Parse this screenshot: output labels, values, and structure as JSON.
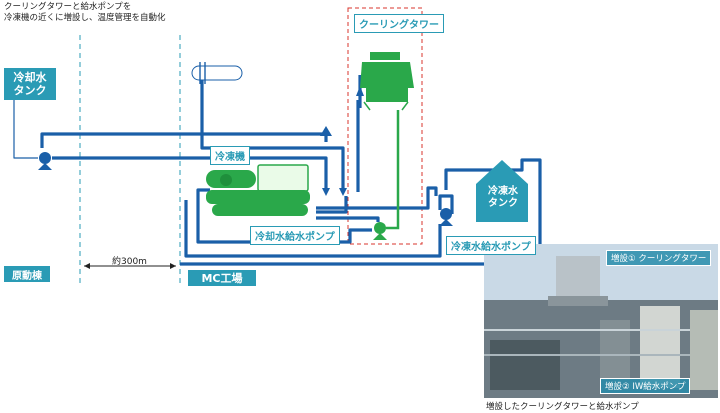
{
  "header": {
    "line1": "クーリングタワーと給水ポンプを",
    "line2": "冷凍機の近くに増設し、温度管理を自動化"
  },
  "labels": {
    "cooling_water_tank_1": "冷却水",
    "cooling_water_tank_2": "タンク",
    "cooling_tower": "クーリングタワー",
    "chiller": "冷凍機",
    "chilled_water_tank_1": "冷凍水",
    "chilled_water_tank_2": "タンク",
    "cooling_pump": "冷却水給水ポンプ",
    "chilled_pump": "冷凍水給水ポンプ",
    "power_building": "原動棟",
    "distance": "約300m",
    "mc_factory": "MC工場"
  },
  "photo": {
    "tag1": "増設① クーリングタワー",
    "tag2": "増設② IW給水ポンプ",
    "caption": "増設したクーリングタワーと給水ポンプ"
  },
  "colors": {
    "pipe": "#1a5fa8",
    "teal": "#2a9bb5",
    "green": "#2aa84a",
    "red_dash": "#d9352c"
  }
}
